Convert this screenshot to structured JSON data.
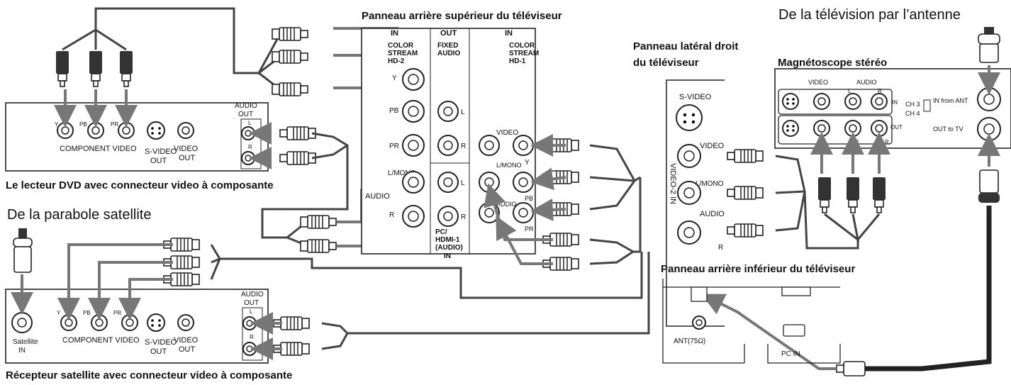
{
  "titles": {
    "tv_upper": "Panneau arrière supérieur du téléviseur",
    "antenna": "De la télévision par l’antenne",
    "tv_side_line1": "Panneau latéral droit",
    "tv_side_line2": "du téléviseur",
    "vcr": "Magnétoscope stéréo",
    "dvd": "Le lecteur DVD avec connecteur video à composante",
    "dish": "De la parabole satellite",
    "tv_lower": "Panneau arrière inférieur du téléviseur",
    "sat": "Récepteur satellite avec connecteur video à composante"
  },
  "tv_panel": {
    "in1": "IN",
    "out": "OUT",
    "in2": "IN",
    "cs2_1": "COLOR",
    "cs2_2": "STREAM",
    "cs2_3": "HD-2",
    "fixed1": "FIXED",
    "fixed2": "AUDIO",
    "cs1_1": "COLOR",
    "cs1_2": "STREAM",
    "cs1_3": "HD-1",
    "y": "Y",
    "pb": "PB",
    "pr": "PR",
    "l": "L",
    "r": "R",
    "lmono": "L/MONO",
    "audio": "AUDIO",
    "video": "VIDEO",
    "pc1": "PC/",
    "pc2": "HDMI-1",
    "pc3": "(AUDIO)",
    "pc4": "IN"
  },
  "dvd_panel": {
    "y": "Y",
    "pb": "PB",
    "pr": "PR",
    "component": "COMPONENT VIDEO",
    "svideo1": "S-VIDEO",
    "svideo2": "OUT",
    "video1": "VIDEO",
    "video2": "OUT",
    "audio1": "AUDIO",
    "audio2": "OUT",
    "l": "L",
    "r": "R"
  },
  "sat_panel": {
    "sat1": "Satellite",
    "sat2": "IN",
    "y": "Y",
    "pb": "PB",
    "pr": "PR",
    "component": "COMPONENT VIDEO",
    "svideo1": "S-VIDEO",
    "svideo2": "OUT",
    "video1": "VIDEO",
    "video2": "OUT",
    "audio1": "AUDIO",
    "audio2": "OUT",
    "l": "L",
    "r": "R"
  },
  "side_panel": {
    "svideo": "S-VIDEO",
    "video": "VIDEO",
    "lmono": "L/MONO",
    "audio": "AUDIO",
    "r": "R",
    "vertical": "VIDEO-2 IN"
  },
  "vcr_panel": {
    "video": "VIDEO",
    "audio": "AUDIO",
    "l": "L",
    "r": "R",
    "in": "IN",
    "out": "OUT",
    "ch3": "CH 3",
    "ch4": "CH 4",
    "in_ant": "IN from ANT",
    "out_tv": "OUT to TV"
  },
  "lower_panel": {
    "ant": "ANT(75Ω)",
    "pcin": "PC IN"
  }
}
